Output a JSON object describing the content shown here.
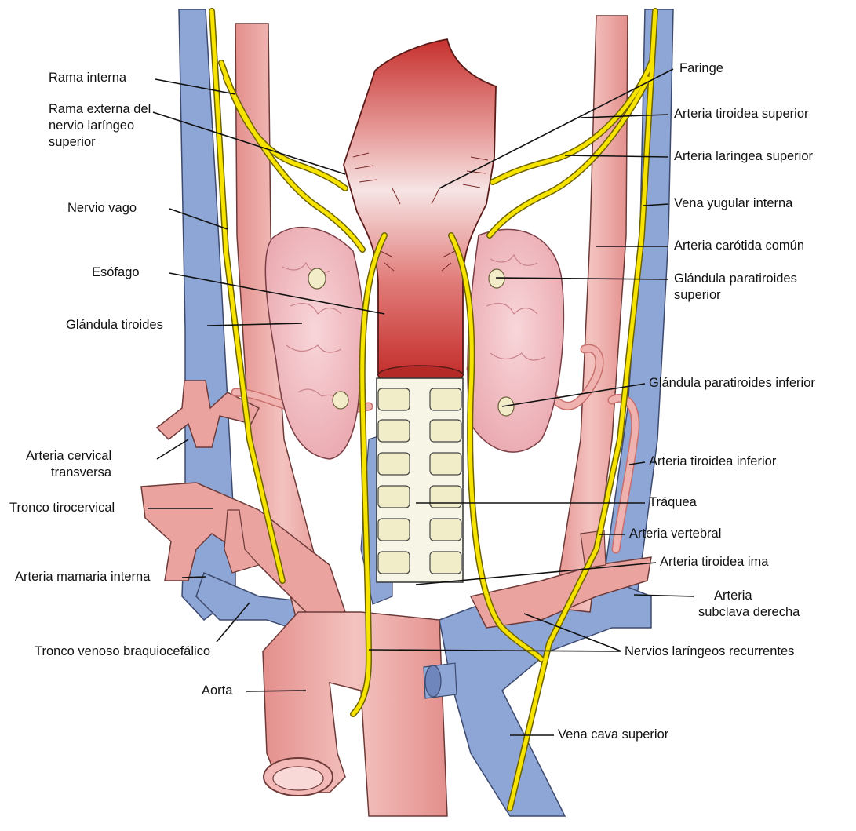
{
  "colors": {
    "artery": "#eba3a0",
    "artery_dark": "#c8706d",
    "vein": "#8ea6d6",
    "vein_dark": "#5f77ad",
    "nerve": "#f7e300",
    "nerve_edge": "#6d6200",
    "thyroid": "#f3c2c6",
    "pharynx_top": "#c6302d",
    "pharynx_mid": "#f3d8d8",
    "cartilage": "#f4f2d8",
    "leader": "#111111"
  },
  "labels_left": {
    "rama_interna": "Rama interna",
    "rama_externa_l1": "Rama externa del",
    "rama_externa_l2": "nervio laríngeo",
    "rama_externa_l3": "superior",
    "nervio_vago": "Nervio vago",
    "esofago": "Esófago",
    "glandula_tiroides": "Glándula tiroides",
    "arteria_cervical_l1": "Arteria cervical",
    "arteria_cervical_l2": "transversa",
    "tronco_tirocervical": "Tronco tirocervical",
    "arteria_mamaria": "Arteria mamaria interna",
    "tronco_venoso": "Tronco venoso braquiocefálico",
    "aorta": "Aorta"
  },
  "labels_right": {
    "faringe": "Faringe",
    "arteria_tiroidea_superior": "Arteria tiroidea superior",
    "arteria_laringea_superior": "Arteria laríngea superior",
    "vena_yugular": "Vena yugular interna",
    "arteria_carotida": "Arteria carótida común",
    "paratiroides_sup_l1": "Glándula paratiroides",
    "paratiroides_sup_l2": "superior",
    "paratiroides_inf": "Glándula paratiroides inferior",
    "arteria_tiroidea_inferior": "Arteria tiroidea inferior",
    "traquea": "Tráquea",
    "arteria_vertebral": "Arteria vertebral",
    "arteria_tiroidea_ima": "Arteria tiroidea ima",
    "arteria_subclava_l1": "Arteria",
    "arteria_subclava_l2": "subclava derecha",
    "nervios_recurrentes": "Nervios laríngeos recurrentes",
    "vena_cava": "Vena cava superior"
  }
}
